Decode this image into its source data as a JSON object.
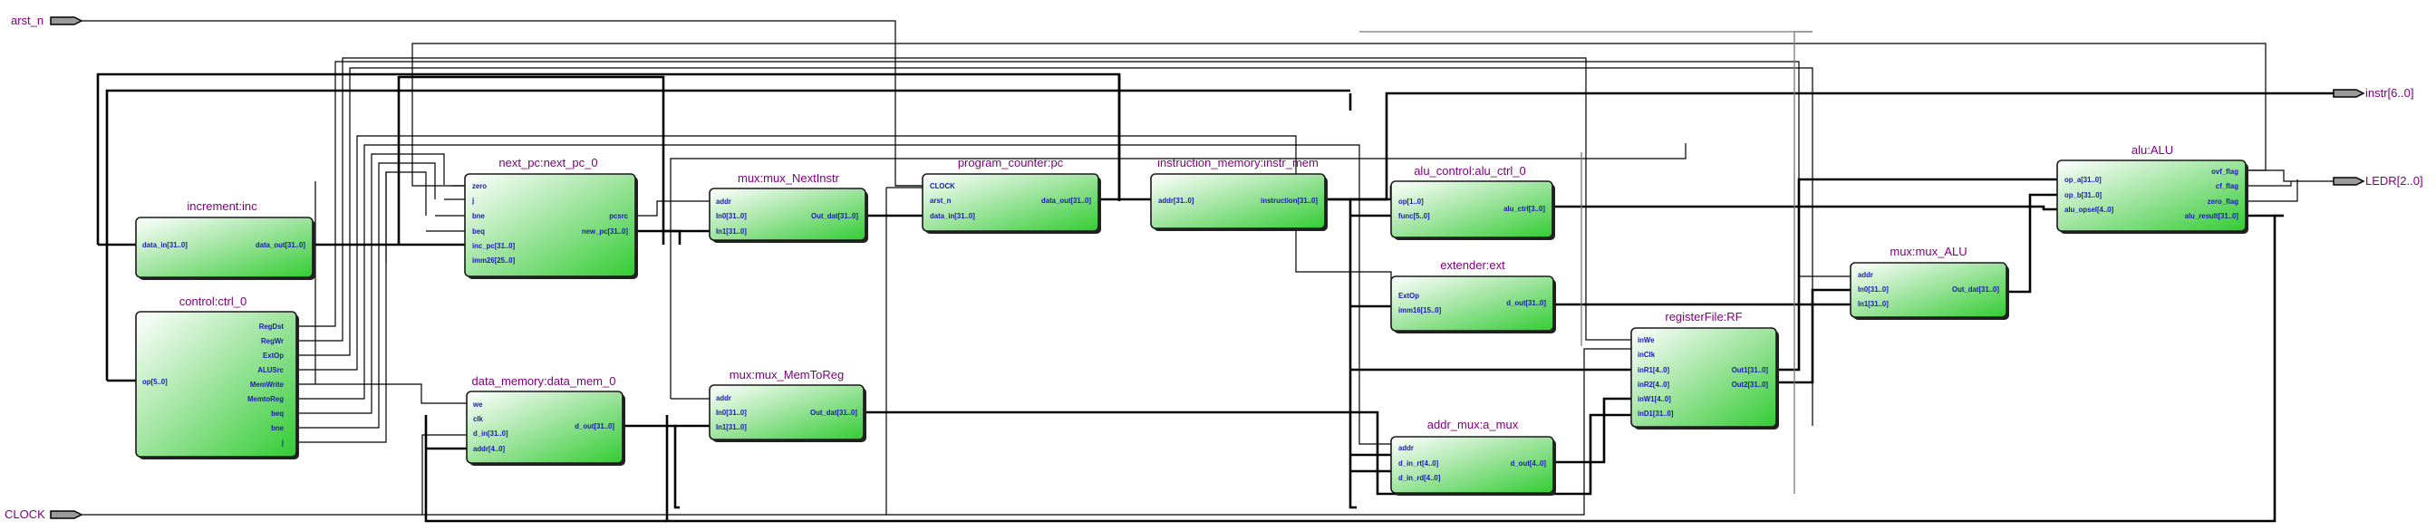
{
  "colors": {
    "block_fill_start": "#ffffff",
    "block_fill_end": "#33cc33",
    "title": "#800080",
    "port": "#1a1ab0",
    "wire": "#000000"
  },
  "io": {
    "arst_n": "arst_n",
    "clock": "CLOCK",
    "instr": "instr[6..0]",
    "ledr": "LEDR[2..0]"
  },
  "blocks": {
    "increment": {
      "title": "increment:inc",
      "in": [
        "data_in[31..0]"
      ],
      "out": [
        "data_out[31..0]"
      ]
    },
    "control": {
      "title": "control:ctrl_0",
      "in": [
        "op[5..0]"
      ],
      "out": [
        "RegDst",
        "RegWr",
        "ExtOp",
        "ALUSrc",
        "MemWrite",
        "MemtoReg",
        "beq",
        "bne",
        "j"
      ]
    },
    "next_pc": {
      "title": "next_pc:next_pc_0",
      "in": [
        "zero",
        "j",
        "bne",
        "beq",
        "inc_pc[31..0]",
        "imm26[25..0]"
      ],
      "out": [
        "pcsrc",
        "new_pc[31..0]"
      ]
    },
    "mux_next": {
      "title": "mux:mux_NextInstr",
      "in": [
        "addr",
        "In0[31..0]",
        "In1[31..0]"
      ],
      "out": [
        "Out_dat[31..0]"
      ]
    },
    "pc": {
      "title": "program_counter:pc",
      "in": [
        "CLOCK",
        "arst_n",
        "data_in[31..0]"
      ],
      "out": [
        "data_out[31..0]"
      ]
    },
    "imem": {
      "title": "instruction_memory:instr_mem",
      "in": [
        "addr[31..0]"
      ],
      "out": [
        "instruction[31..0]"
      ]
    },
    "alu_ctrl": {
      "title": "alu_control:alu_ctrl_0",
      "in": [
        "op[1..0]",
        "func[5..0]"
      ],
      "out": [
        "alu_ctrl[3..0]"
      ]
    },
    "ext": {
      "title": "extender:ext",
      "in": [
        "ExtOp",
        "imm16[15..0]"
      ],
      "out": [
        "d_out[31..0]"
      ]
    },
    "dmem": {
      "title": "data_memory:data_mem_0",
      "in": [
        "we",
        "clk",
        "d_in[31..0]",
        "addr[4..0]"
      ],
      "out": [
        "d_out[31..0]"
      ]
    },
    "mux_mem": {
      "title": "mux:mux_MemToReg",
      "in": [
        "addr",
        "In0[31..0]",
        "In1[31..0]"
      ],
      "out": [
        "Out_dat[31..0]"
      ]
    },
    "addr_mux": {
      "title": "addr_mux:a_mux",
      "in": [
        "addr",
        "d_in_rt[4..0]",
        "d_in_rd[4..0]"
      ],
      "out": [
        "d_out[4..0]"
      ]
    },
    "rf": {
      "title": "registerFile:RF",
      "in": [
        "inWe",
        "inClk",
        "inR1[4..0]",
        "inR2[4..0]",
        "inW1[4..0]",
        "inD1[31..0]"
      ],
      "out": [
        "Out1[31..0]",
        "Out2[31..0]"
      ]
    },
    "mux_alu": {
      "title": "mux:mux_ALU",
      "in": [
        "addr",
        "In0[31..0]",
        "In1[31..0]"
      ],
      "out": [
        "Out_dat[31..0]"
      ]
    },
    "alu": {
      "title": "alu:ALU",
      "in": [
        "op_a[31..0]",
        "op_b[31..0]",
        "alu_opsel[4..0]"
      ],
      "out": [
        "ovf_flag",
        "cf_flag",
        "zero_flag",
        "alu_result[31..0]"
      ]
    }
  }
}
